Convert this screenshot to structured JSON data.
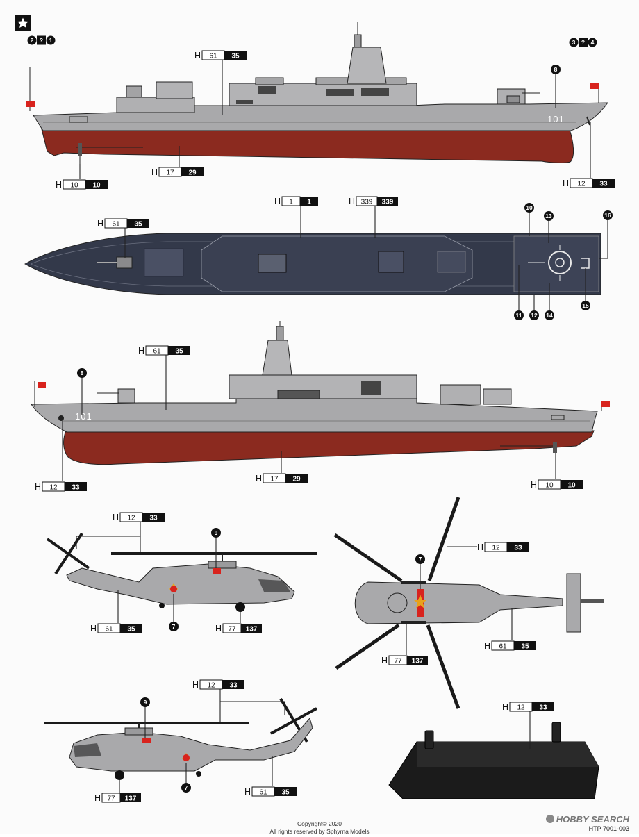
{
  "sheet": {
    "copyright": "Copyright© 2020",
    "rights": "All rights reserved by Sphyrna Models",
    "watermark": "HOBBY SEARCH",
    "product_code": "HTP 7001-003"
  },
  "colors": {
    "hull_gray": "#a9a9ab",
    "deck_blue": "#33394a",
    "hull_red": "#8b2a1f",
    "rotor_black": "#1a1a1a",
    "base_black": "#1b1b1b",
    "flag_red": "#d8231d"
  },
  "icons": {
    "corner": "star-icon"
  },
  "paint_codes": {
    "c61_35": {
      "h": "H",
      "a": "61",
      "b": "35"
    },
    "c17_29": {
      "h": "H",
      "a": "17",
      "b": "29"
    },
    "c10_10": {
      "h": "H",
      "a": "10",
      "b": "10"
    },
    "c12_33": {
      "h": "H",
      "a": "12",
      "b": "33"
    },
    "c1_1": {
      "h": "H",
      "a": "1",
      "b": "1"
    },
    "c339_339": {
      "h": "H",
      "a": "339",
      "b": "339"
    },
    "c77_137": {
      "h": "H",
      "a": "77",
      "b": "137"
    }
  },
  "hull_number": "101",
  "callouts": {
    "n1": "1",
    "n2": "2",
    "n3": "3",
    "n4": "4",
    "n7": "7",
    "n8": "8",
    "n9": "9",
    "n10": "10",
    "n11": "11",
    "n12": "12",
    "n13": "13",
    "n14": "14",
    "n15": "15",
    "n16": "16",
    "q": "?"
  }
}
